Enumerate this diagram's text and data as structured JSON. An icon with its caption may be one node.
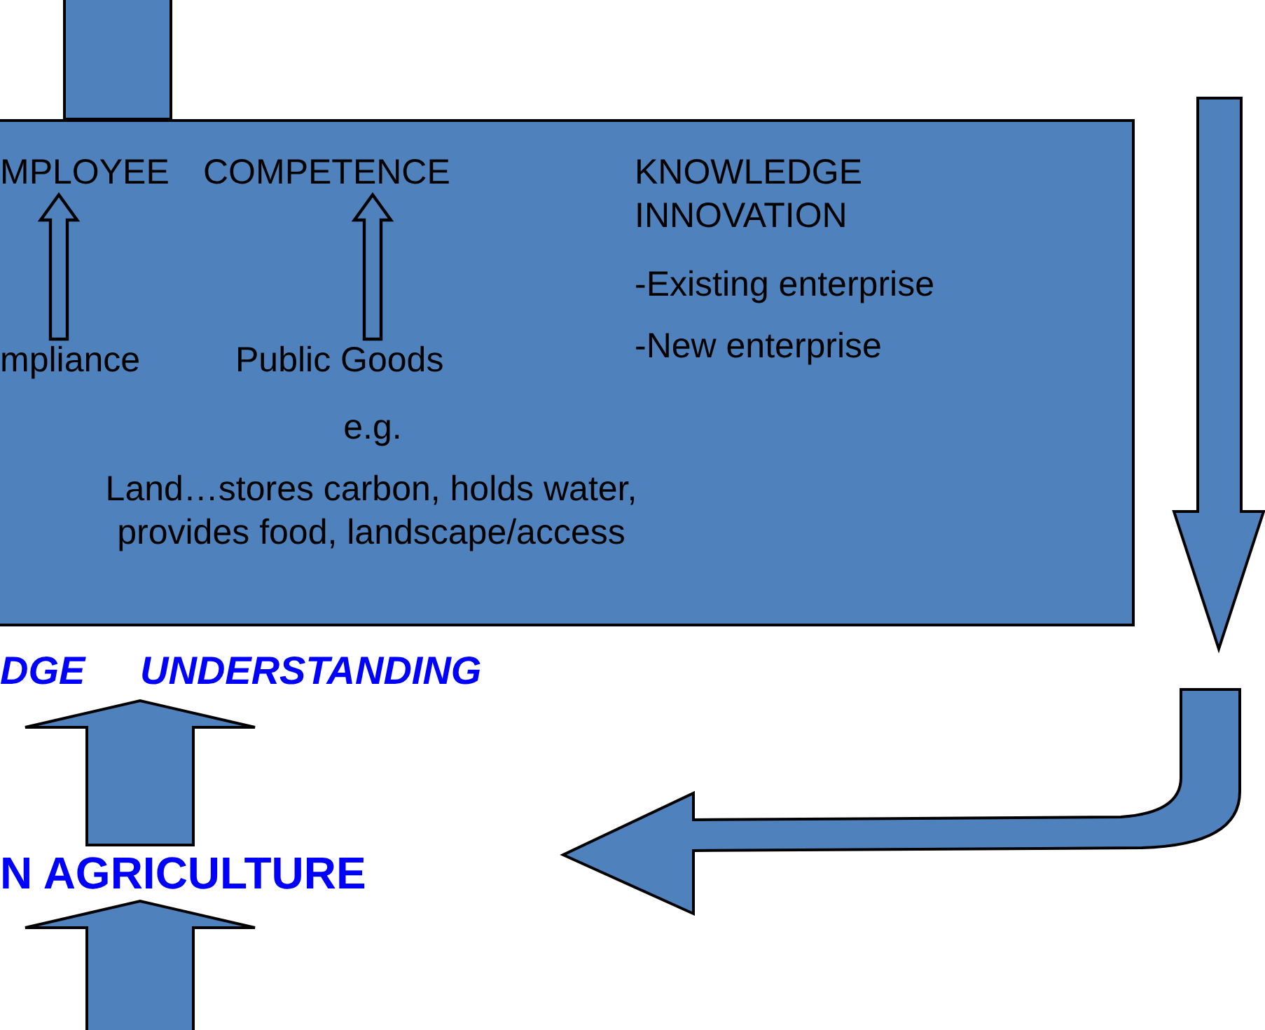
{
  "diagram": {
    "nodes": [
      {
        "text": [
          "KNOWLEDGE INNOVATION",
          "-Existing enterprise",
          "-New enterprise",
          "e.g.",
          "Land…stores carbon, holds water, provides food, landscape/access"
        ]
      },
      {
        "text": [
          "MPLOYEE"
        ],
        "in": 0
      },
      {
        "text": [
          "COMPETENCE"
        ],
        "in": 0
      },
      {
        "text": [
          "mpliance"
        ],
        "in": 0
      },
      {
        "text": [
          "Public Goods"
        ],
        "in": 0
      },
      {
        "text": [
          "DGE",
          "UNDERSTANDING"
        ]
      },
      {
        "text": [
          "N AGRICULTURE"
        ]
      }
    ],
    "edges": [
      {
        "from": 3,
        "to": 1,
        "arrow": "to"
      },
      {
        "from": 4,
        "to": 2,
        "arrow": "to"
      },
      {
        "from": 0,
        "to": null,
        "arrow": "to",
        "style": "thick"
      },
      {
        "from": 6,
        "to": 5,
        "arrow": "to",
        "style": "thick"
      },
      {
        "from": null,
        "to": 6,
        "arrow": "to",
        "style": "thick"
      }
    ]
  }
}
